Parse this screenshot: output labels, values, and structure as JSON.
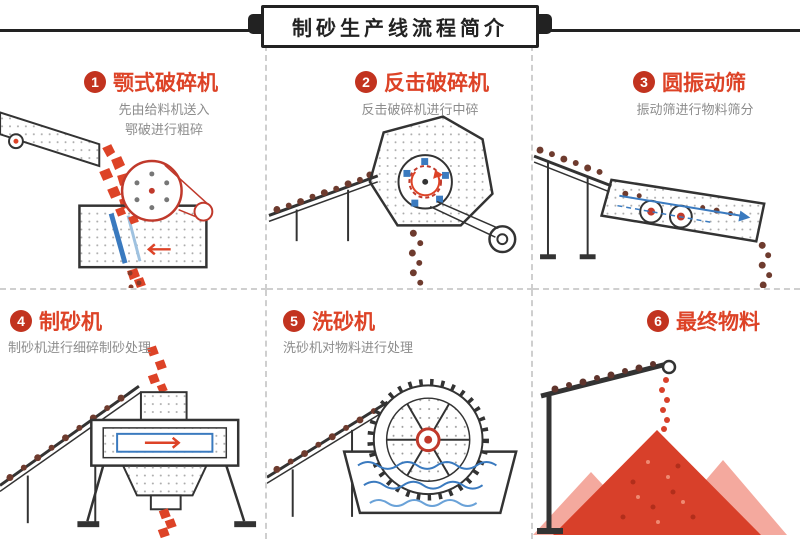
{
  "title": "制砂生产线流程简介",
  "steps": [
    {
      "num": "1",
      "title": "颚式破碎机",
      "desc1": "先由给料机送入",
      "desc2": "鄂破进行粗碎"
    },
    {
      "num": "2",
      "title": "反击破碎机",
      "desc1": "反击破碎机进行中碎",
      "desc2": ""
    },
    {
      "num": "3",
      "title": "圆振动筛",
      "desc1": "振动筛进行物料筛分",
      "desc2": ""
    },
    {
      "num": "4",
      "title": "制砂机",
      "desc1": "制砂机进行细碎制砂处理",
      "desc2": ""
    },
    {
      "num": "5",
      "title": "洗砂机",
      "desc1": "洗砂机对物料进行处理",
      "desc2": ""
    },
    {
      "num": "6",
      "title": "最终物料",
      "desc1": "",
      "desc2": ""
    }
  ],
  "colors": {
    "accent_red": "#dd4327",
    "badge_red": "#c2331f",
    "desc_gray": "#8c8c8c",
    "line_dark": "#333333",
    "blue": "#3a7abf",
    "pink": "#f4a99e",
    "dashed_grid": "#cfcfcf",
    "banner_border": "#222222"
  }
}
